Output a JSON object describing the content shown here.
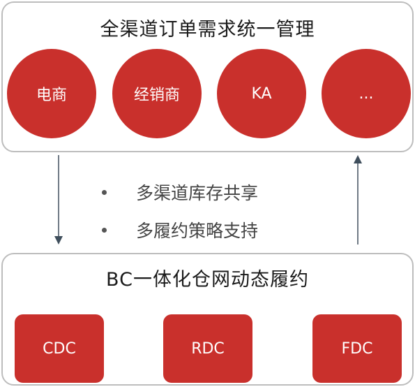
{
  "top": {
    "title": "全渠道订单需求统一管理",
    "channels": [
      "电商",
      "经销商",
      "KA",
      "..."
    ]
  },
  "middle": {
    "bullets": [
      "多渠道库存共享",
      "多履约策略支持"
    ]
  },
  "bottom": {
    "title": "BC一体化仓网动态履约",
    "warehouses": [
      "CDC",
      "RDC",
      "FDC"
    ]
  },
  "colors": {
    "accent": "#c9302c",
    "border": "#bdbdbd",
    "arrow": "#3f4e5c"
  }
}
